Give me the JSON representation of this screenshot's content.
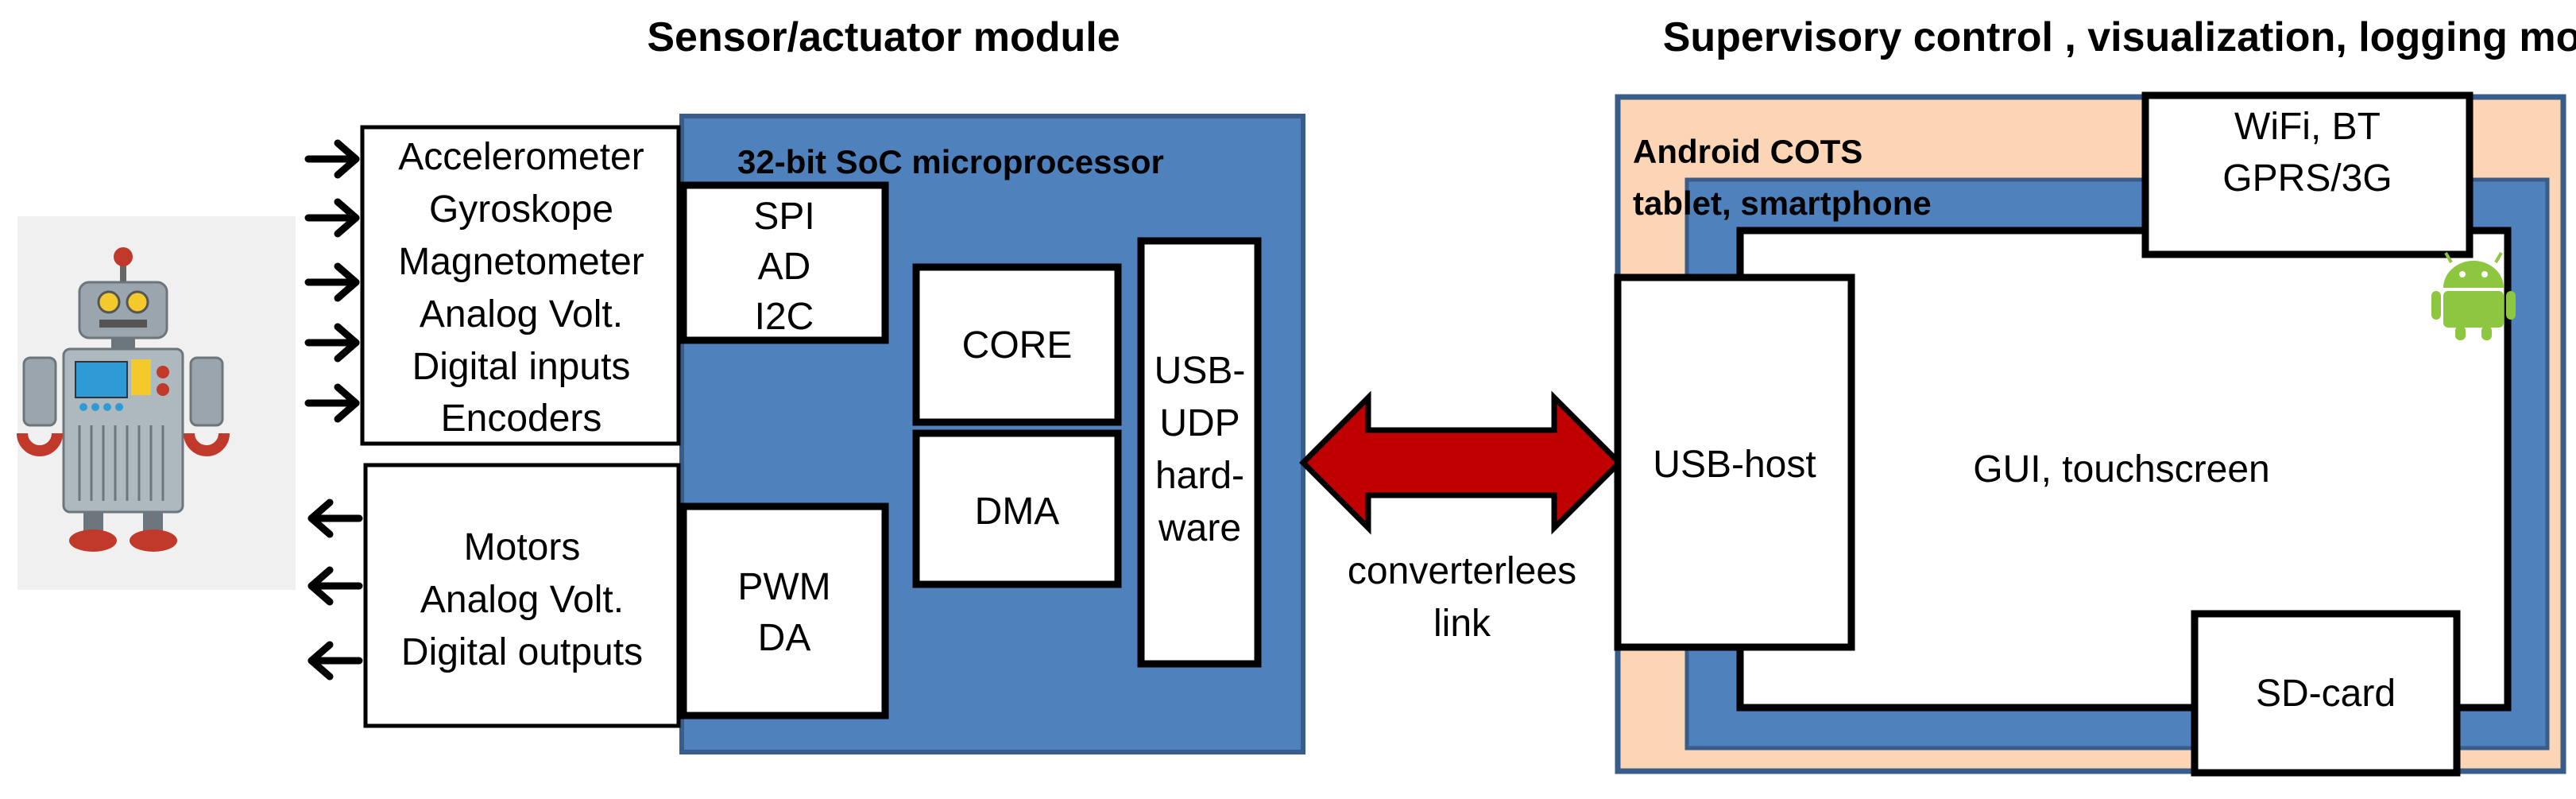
{
  "titles": {
    "left": "Sensor/actuator module",
    "right": "Supervisory control , visualization, logging module"
  },
  "inputs": {
    "items": [
      "Accelerometer",
      "Gyroskope",
      "Magnetometer",
      "Analog Volt.",
      "Digital inputs",
      "Encoders"
    ]
  },
  "outputs": {
    "items": [
      "Motors",
      "Analog Volt.",
      "Digital outputs"
    ]
  },
  "soc": {
    "label": "32-bit SoC microprocessor",
    "spi_lines": [
      "SPI",
      "AD",
      "I2C"
    ],
    "core": "CORE",
    "dma": "DMA",
    "pwm_lines": [
      "PWM",
      "DA"
    ],
    "usb_lines": [
      "USB-",
      "UDP",
      "hard-",
      "ware"
    ]
  },
  "link": {
    "lines": [
      "converterlees",
      "link"
    ]
  },
  "android": {
    "label_lines": [
      "Android COTS",
      "tablet, smartphone"
    ],
    "wifi_lines": [
      "WiFi, BT",
      "GPRS/3G"
    ],
    "usb_host": "USB-host",
    "gui": "GUI, touchscreen",
    "sd": "SD-card"
  },
  "colors": {
    "soc_blue": "#4f81bd",
    "android_peach": "#fbd5b5",
    "arrow_red": "#c00000",
    "android_green": "#8dc63f"
  },
  "icons": [
    "robot-icon",
    "android-icon"
  ]
}
